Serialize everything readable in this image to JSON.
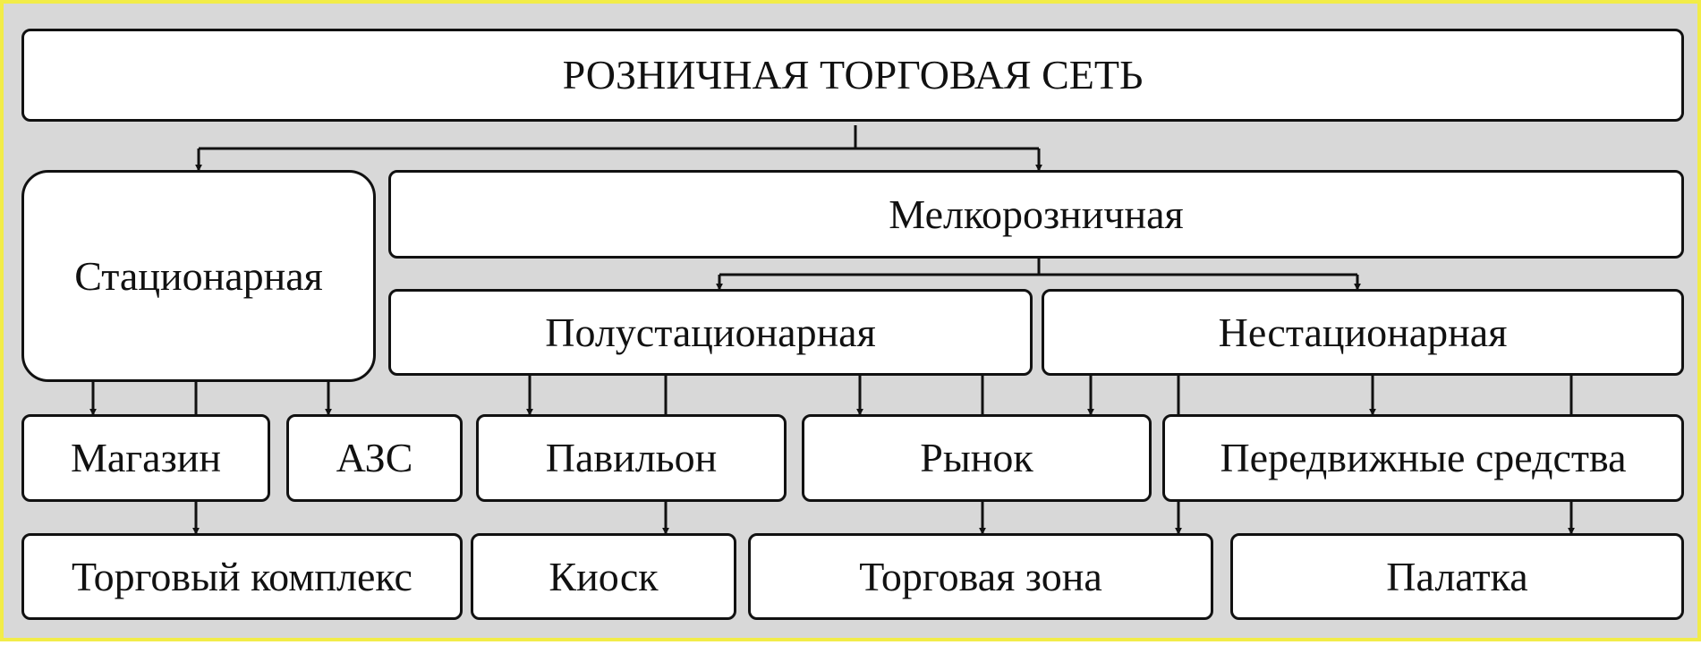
{
  "nodes": {
    "root": "РОЗНИЧНАЯ ТОРГОВАЯ СЕТЬ",
    "stationary": "Стационарная",
    "small_retail": "Мелкорозничная",
    "semi_stationary": "Полустационарная",
    "non_stationary": "Нестационарная",
    "shop": "Магазин",
    "gas_station": "АЗС",
    "pavilion": "Павильон",
    "market": "Рынок",
    "mobile_means": "Передвижные средства",
    "trade_complex": "Торговый комплекс",
    "kiosk": "Киоск",
    "trade_zone": "Торговая зона",
    "tent": "Палатка"
  },
  "colors": {
    "background": "#d8d8d8",
    "frame": "#f2ec48",
    "box_fill": "#ffffff",
    "line": "#111111"
  }
}
